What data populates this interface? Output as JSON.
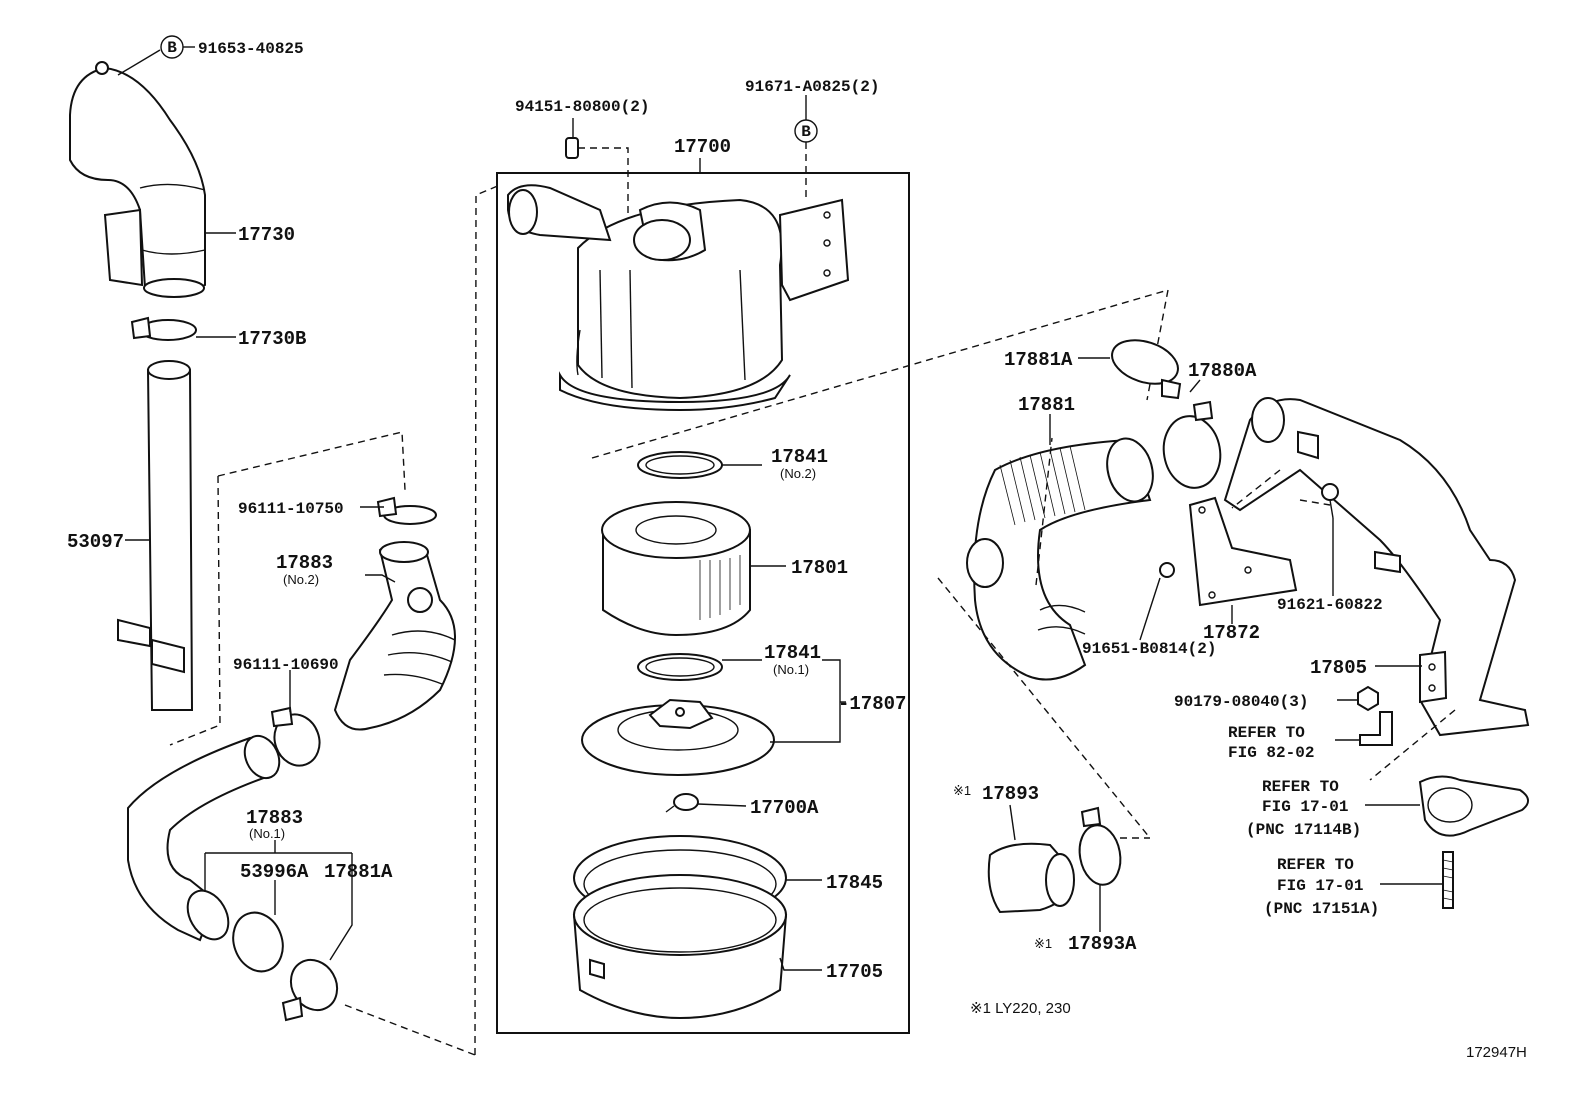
{
  "labels": {
    "p91653": "91653-40825",
    "p17730": "17730",
    "p17730b": "17730B",
    "p53097": "53097",
    "p96111_10750": "96111-10750",
    "p17883_2": "17883",
    "p17883_2_sub": "(No.2)",
    "p96111_10690": "96111-10690",
    "p17883_1": "17883",
    "p17883_1_sub": "(No.1)",
    "p53996a": "53996A",
    "p17881a_left": "17881A",
    "p94151": "94151-80800(2)",
    "p91671": "91671-A0825(2)",
    "p17700": "17700",
    "p17841_2": "17841",
    "p17841_2_sub": "(No.2)",
    "p17801": "17801",
    "p17841_1": "17841",
    "p17841_1_sub": "(No.1)",
    "p17807": "-17807",
    "p17700a": "17700A",
    "p17845": "17845",
    "p17705": "17705",
    "p17881a_right": "17881A",
    "p17880a": "17880A",
    "p17881": "17881",
    "p91621": "91621-60822",
    "p17872": "17872",
    "p91651": "91651-B0814(2)",
    "p17805": "17805",
    "p90179": "90179-08040(3)",
    "refer1_a": "REFER TO",
    "refer1_b": "FIG 82-02",
    "refer2_a": "REFER TO",
    "refer2_b": "FIG 17-01",
    "refer2_c": "(PNC 17114B)",
    "refer3_a": "REFER TO",
    "refer3_b": "FIG 17-01",
    "refer3_c": "(PNC 17151A)",
    "p17893_mark": "※1",
    "p17893": "17893",
    "p17893a_mark": "※1",
    "p17893a": "17893A",
    "note": "※1 LY220, 230",
    "callout_b": "B",
    "diagram_id": "172947H"
  }
}
